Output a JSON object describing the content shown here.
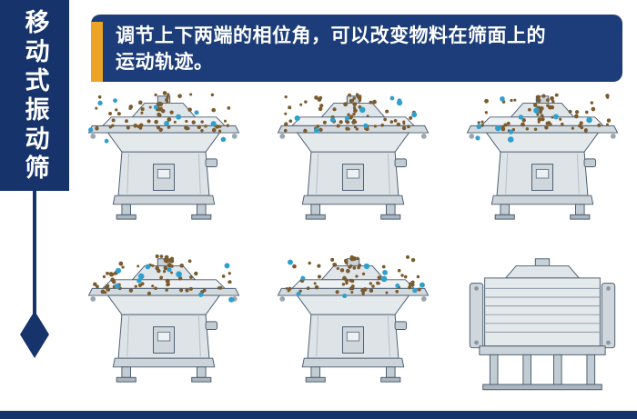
{
  "sidebar": {
    "title": "移动式振动筛"
  },
  "banner": {
    "line1": "调节上下两端的相位角，可以改变物料在筛面上的",
    "line2": "运动轨迹。"
  },
  "colors": {
    "navy": "#16336b",
    "banner_navy": "#1c3d7a",
    "accent_orange": "#eda426",
    "particle_brown": "#7a5a2e",
    "particle_blue": "#2f9fce",
    "machine_outline": "#4a5c70"
  },
  "figures": [
    {
      "id": "machine-top-left",
      "variant": "open",
      "seed": 3
    },
    {
      "id": "machine-top-center",
      "variant": "open",
      "seed": 11
    },
    {
      "id": "machine-top-right",
      "variant": "open",
      "seed": 23
    },
    {
      "id": "machine-bottom-left",
      "variant": "open",
      "seed": 31
    },
    {
      "id": "machine-bottom-center",
      "variant": "open",
      "seed": 47
    },
    {
      "id": "machine-bottom-right",
      "variant": "closed",
      "seed": 0
    }
  ]
}
